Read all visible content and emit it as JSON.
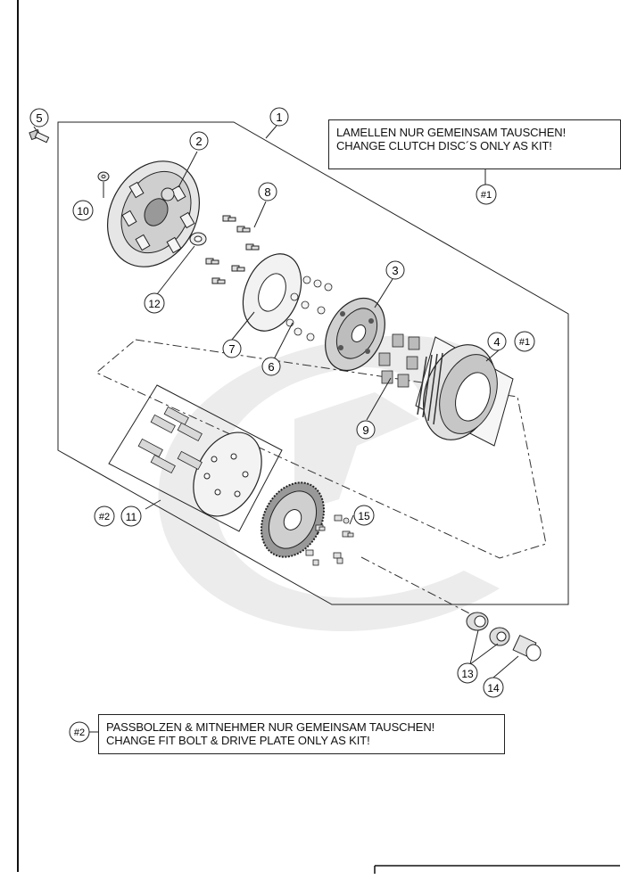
{
  "notes": {
    "kit1": {
      "ref": "#1",
      "line_de": "LAMELLEN NUR GEMEINSAM TAUSCHEN!",
      "line_en": "CHANGE CLUTCH DISC´S ONLY AS KIT!"
    },
    "kit2": {
      "ref": "#2",
      "line_de": "PASSBOLZEN & MITNEHMER NUR GEMEINSAM TAUSCHEN!",
      "line_en": "CHANGE FIT BOLT & DRIVE PLATE ONLY AS KIT!"
    }
  },
  "callouts": {
    "c1": "1",
    "c2": "2",
    "c3": "3",
    "c4": "4",
    "c5": "5",
    "c6": "6",
    "c7": "7",
    "c8": "8",
    "c9": "9",
    "c10": "10",
    "c11": "11",
    "c12": "12",
    "c13": "13",
    "c14": "14",
    "c15": "15",
    "k1a": "#1",
    "k1b": "#1",
    "k2a": "#2",
    "k2b": "#2"
  },
  "colors": {
    "line": "#222222",
    "part_fill": "#dcdcdc",
    "part_dark": "#8a8a8a",
    "watermark": "#ececec"
  }
}
